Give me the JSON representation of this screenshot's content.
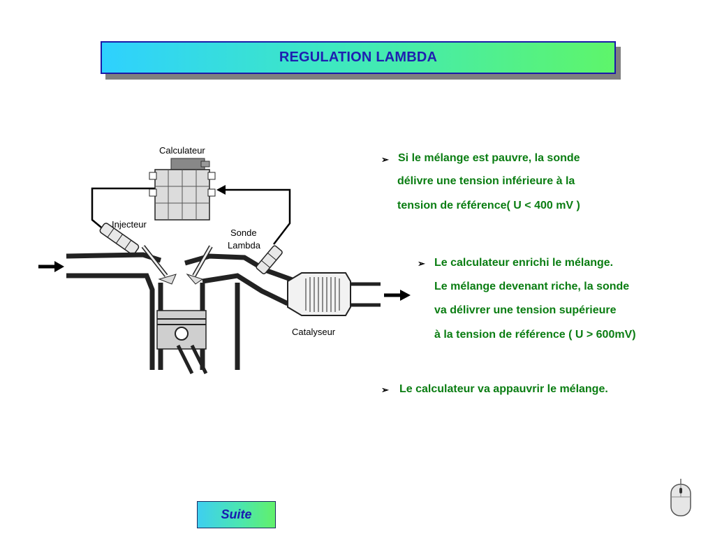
{
  "header": {
    "title": "REGULATION LAMBDA"
  },
  "diagram": {
    "labels": {
      "calculateur": "Calculateur",
      "injecteur": "Injecteur",
      "sonde_line1": "Sonde",
      "sonde_line2": "Lambda",
      "catalyseur": "Catalyseur"
    }
  },
  "content": {
    "bullet1": [
      "Si le mélange est pauvre, la sonde",
      "délivre une tension inférieure à la",
      "tension de référence( U < 400 mV )"
    ],
    "bullet2": [
      "Le calculateur enrichi le mélange.",
      "Le mélange devenant riche, la sonde",
      "va délivrer une tension supérieure",
      "à la tension de référence ( U > 600mV)"
    ],
    "bullet3": [
      "Le calculateur va appauvrir le mélange."
    ],
    "bullet_marker": "➢"
  },
  "nav": {
    "suite_label": "Suite"
  },
  "icons": {
    "mouse": "mouse-icon"
  },
  "colors": {
    "title_text": "#1f1fb0",
    "body_text": "#0a7d12",
    "title_border": "#1a1aa8"
  }
}
